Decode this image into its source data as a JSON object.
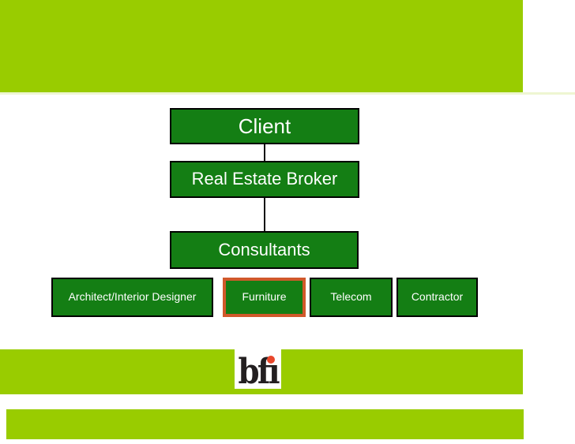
{
  "slide": {
    "type": "presentation-slide",
    "description": "Org chart slide: Client over Real Estate Broker over Consultants, with four consultant types; Furniture is highlighted"
  },
  "colors": {
    "accent": "#99cc00",
    "band_edge": "#eef6d2",
    "node_fill": "#147e14",
    "node_border": "#000000",
    "node_text": "#ffffff",
    "highlight": "#d0592b",
    "logo_ink": "#231f20",
    "logo_dot": "#e8472b"
  },
  "org_chart": {
    "client": "Client",
    "broker": "Real Estate Broker",
    "consultants": "Consultants",
    "types": [
      {
        "label": "Architect/Interior Designer",
        "highlighted": false
      },
      {
        "label": "Furniture",
        "highlighted": true
      },
      {
        "label": "Telecom",
        "highlighted": false
      },
      {
        "label": "Contractor",
        "highlighted": false
      }
    ]
  },
  "logo": {
    "name": "bfi",
    "prefix": "bf",
    "i_char": "ı"
  }
}
